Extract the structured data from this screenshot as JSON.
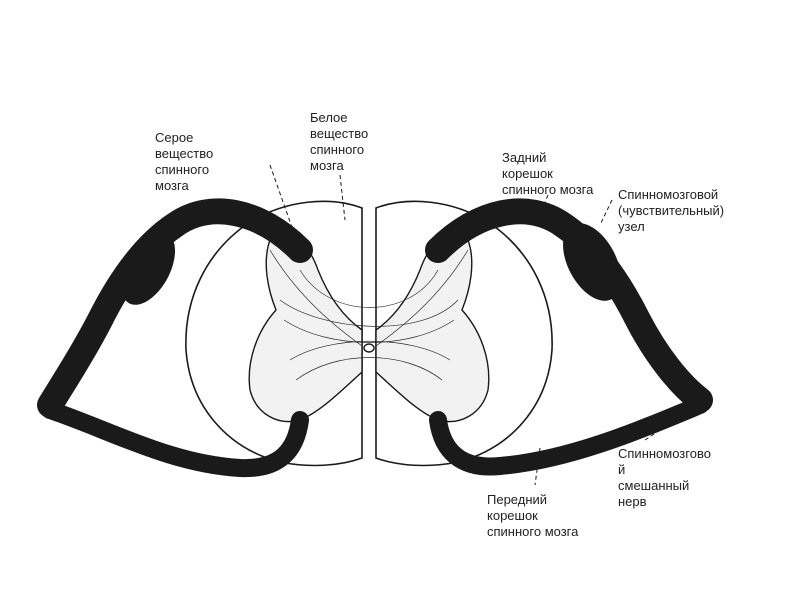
{
  "labels": {
    "gray_matter": "Серое\nвещество\nспинного\nмозга",
    "white_matter": "Белое\nвещество\nспинного\nмозга",
    "dorsal_root": "Задний\nкорешок\nспинного мозга",
    "ganglion": "Спинномозговой\n(чувствительный)\nузел",
    "mixed_nerve": "Спинномозгово\nй\nсмешанный\nнерв",
    "ventral_root": "Передний\nкорешок\nспинного мозга"
  },
  "colors": {
    "ink": "#1a1a1a",
    "fiber": "#2a2a2a",
    "background": "#ffffff"
  }
}
